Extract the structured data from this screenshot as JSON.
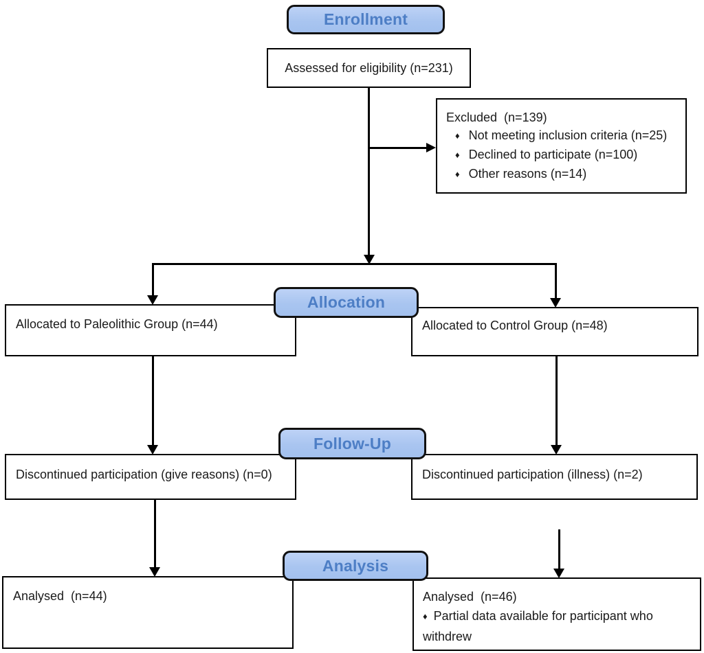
{
  "bullet": "♦",
  "stages": {
    "enrollment": "Enrollment",
    "allocation": "Allocation",
    "followup": "Follow-Up",
    "analysis": "Analysis"
  },
  "boxes": {
    "assessed": "Assessed for eligibility (n=231)",
    "excluded": {
      "title": "Excluded  (n=139)",
      "items": [
        "Not meeting inclusion criteria (n=25)",
        "Declined to participate (n=100)",
        "Other reasons (n=14)"
      ]
    },
    "alloc_paleo": "Allocated to Paleolithic Group (n=44)",
    "alloc_control": "Allocated to Control Group (n=48)",
    "followup_paleo": "Discontinued participation (give reasons) (n=0)",
    "followup_control": "Discontinued participation (illness) (n=2)",
    "analysed_paleo": "Analysed  (n=44)",
    "analysed_control": {
      "title": "Analysed  (n=46)",
      "items": [
        "Partial data available for participant who withdrew"
      ]
    }
  },
  "colors": {
    "badge_fill": "#aac6f0",
    "badge_text": "#4d7ec5",
    "box_border": "#000000",
    "text": "#1a1a1a",
    "background": "#ffffff"
  }
}
